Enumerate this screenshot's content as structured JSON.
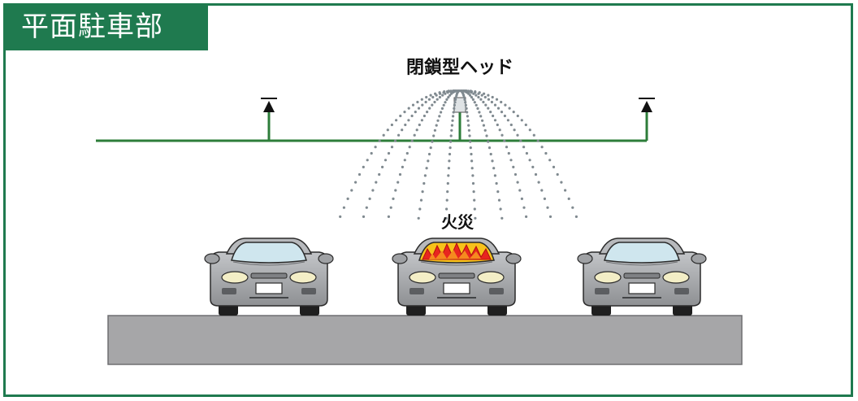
{
  "title": "平面駐車部",
  "labels": {
    "head": "閉鎖型ヘッド",
    "fire": "火災"
  },
  "colors": {
    "frame": "#1f7a4f",
    "pipe": "#2d7d3a",
    "spray": "#808a90",
    "car_body": "#a7a9ac",
    "car_outline": "#2b2b2b",
    "windshield": "#cfe6ee",
    "fire_red": "#e8251f",
    "fire_yellow": "#f7c21a",
    "floor": "#a6a6a8",
    "headlight": "#f3eec6"
  }
}
